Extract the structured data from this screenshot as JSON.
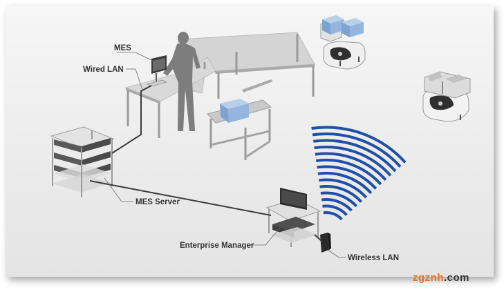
{
  "labels": {
    "mes": "MES",
    "wired_lan": "Wired LAN",
    "mes_server": "MES Server",
    "enterprise_manager": "Enterprise Manager",
    "wireless_lan": "Wireless LAN"
  },
  "watermark": {
    "main": "zgznh",
    "suffix": ".com"
  },
  "colors": {
    "signal_waves": "#1f4fa8",
    "bin_blue": "#8fb2db",
    "cable": "#3a3a3a",
    "label_text": "#333333",
    "watermark_orange": "#e8731f"
  }
}
